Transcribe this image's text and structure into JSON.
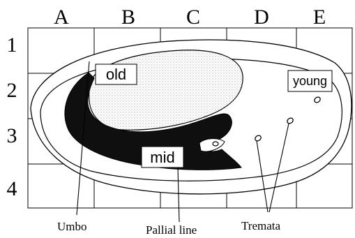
{
  "grid": {
    "columns": [
      "A",
      "B",
      "C",
      "D",
      "E"
    ],
    "rows": [
      "1",
      "2",
      "3",
      "4"
    ]
  },
  "region_labels": {
    "old": "old",
    "mid": "mid",
    "young": "young"
  },
  "callouts": {
    "umbo": "Umbo",
    "pallial_line": "Pallial line",
    "tremata": "Tremata"
  },
  "colors": {
    "ink": "#000000",
    "muscle_scar": "#0f0f0f",
    "stipple": "#cfcfcf",
    "background": "#ffffff"
  }
}
